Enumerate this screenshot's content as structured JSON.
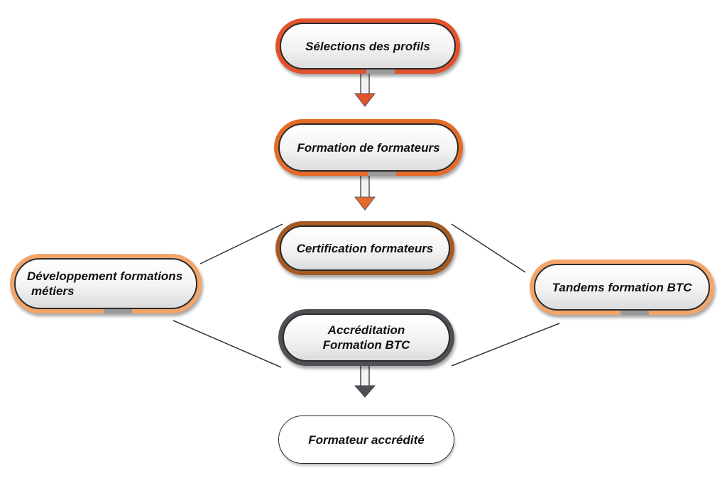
{
  "diagram": {
    "nodes": {
      "profiles": {
        "label": "Sélections des profils"
      },
      "train_trainers": {
        "label": "Formation de formateurs"
      },
      "certification": {
        "label": "Certification formateurs"
      },
      "accreditation": {
        "label_line1": "Accréditation",
        "label_line2": "Formation BTC"
      },
      "accredited": {
        "label": "Formateur accrédité"
      },
      "dev_jobs": {
        "label_line1": "Développement formations",
        "label_line2": "métiers"
      },
      "tandems": {
        "label": "Tandems formation BTC"
      }
    },
    "colors": {
      "red_orange": "#e2522c",
      "orange": "#e66a2a",
      "brown": "#a55b22",
      "dark_gray": "#4f4f56",
      "light_orange": "#f2a56a"
    },
    "edges": [
      {
        "from": "profiles",
        "to": "train_trainers",
        "style": "arrow"
      },
      {
        "from": "train_trainers",
        "to": "certification",
        "style": "arrow"
      },
      {
        "from": "accreditation",
        "to": "accredited",
        "style": "arrow"
      },
      {
        "from": "certification",
        "to": "dev_jobs",
        "style": "line"
      },
      {
        "from": "dev_jobs",
        "to": "accreditation",
        "style": "line"
      },
      {
        "from": "certification",
        "to": "tandems",
        "style": "line"
      },
      {
        "from": "tandems",
        "to": "accreditation",
        "style": "line"
      }
    ]
  }
}
